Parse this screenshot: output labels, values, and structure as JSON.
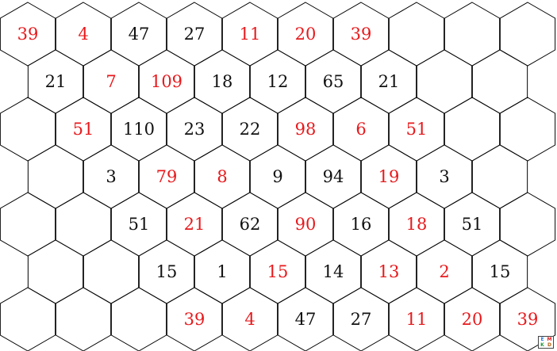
{
  "colors": {
    "red": "#e8191c",
    "black": "#111111",
    "grid_line": "#000000",
    "background": "#ffffff"
  },
  "board": {
    "rows": [
      {
        "cells": [
          {
            "value": "39",
            "color": "red"
          },
          {
            "value": "4",
            "color": "red"
          },
          {
            "value": "47",
            "color": "black"
          },
          {
            "value": "27",
            "color": "black"
          },
          {
            "value": "11",
            "color": "red"
          },
          {
            "value": "20",
            "color": "red"
          },
          {
            "value": "39",
            "color": "red"
          },
          {
            "value": "",
            "color": "black"
          },
          {
            "value": "",
            "color": "black"
          },
          {
            "value": "",
            "color": "black"
          }
        ]
      },
      {
        "cells": [
          {
            "value": "21",
            "color": "black"
          },
          {
            "value": "7",
            "color": "red"
          },
          {
            "value": "109",
            "color": "red"
          },
          {
            "value": "18",
            "color": "black"
          },
          {
            "value": "12",
            "color": "black"
          },
          {
            "value": "65",
            "color": "black"
          },
          {
            "value": "21",
            "color": "black"
          },
          {
            "value": "",
            "color": "black"
          },
          {
            "value": "",
            "color": "black"
          }
        ]
      },
      {
        "cells": [
          {
            "value": "",
            "color": "black"
          },
          {
            "value": "51",
            "color": "red"
          },
          {
            "value": "110",
            "color": "black"
          },
          {
            "value": "23",
            "color": "black"
          },
          {
            "value": "22",
            "color": "black"
          },
          {
            "value": "98",
            "color": "red"
          },
          {
            "value": "6",
            "color": "red"
          },
          {
            "value": "51",
            "color": "red"
          },
          {
            "value": "",
            "color": "black"
          },
          {
            "value": "",
            "color": "black"
          }
        ]
      },
      {
        "cells": [
          {
            "value": "",
            "color": "black"
          },
          {
            "value": "3",
            "color": "black"
          },
          {
            "value": "79",
            "color": "red"
          },
          {
            "value": "8",
            "color": "red"
          },
          {
            "value": "9",
            "color": "black"
          },
          {
            "value": "94",
            "color": "black"
          },
          {
            "value": "19",
            "color": "red"
          },
          {
            "value": "3",
            "color": "black"
          },
          {
            "value": "",
            "color": "black"
          }
        ]
      },
      {
        "cells": [
          {
            "value": "",
            "color": "black"
          },
          {
            "value": "",
            "color": "black"
          },
          {
            "value": "51",
            "color": "black"
          },
          {
            "value": "21",
            "color": "red"
          },
          {
            "value": "62",
            "color": "black"
          },
          {
            "value": "90",
            "color": "red"
          },
          {
            "value": "16",
            "color": "black"
          },
          {
            "value": "18",
            "color": "red"
          },
          {
            "value": "51",
            "color": "black"
          },
          {
            "value": "",
            "color": "black"
          }
        ]
      },
      {
        "cells": [
          {
            "value": "",
            "color": "black"
          },
          {
            "value": "",
            "color": "black"
          },
          {
            "value": "15",
            "color": "black"
          },
          {
            "value": "1",
            "color": "black"
          },
          {
            "value": "15",
            "color": "red"
          },
          {
            "value": "14",
            "color": "black"
          },
          {
            "value": "13",
            "color": "red"
          },
          {
            "value": "2",
            "color": "red"
          },
          {
            "value": "15",
            "color": "black"
          }
        ]
      },
      {
        "cells": [
          {
            "value": "",
            "color": "black"
          },
          {
            "value": "",
            "color": "black"
          },
          {
            "value": "",
            "color": "black"
          },
          {
            "value": "39",
            "color": "red"
          },
          {
            "value": "4",
            "color": "red"
          },
          {
            "value": "47",
            "color": "black"
          },
          {
            "value": "27",
            "color": "black"
          },
          {
            "value": "11",
            "color": "red"
          },
          {
            "value": "20",
            "color": "red"
          },
          {
            "value": "39",
            "color": "red"
          }
        ]
      }
    ]
  },
  "logo": {
    "icon": "emkd-logo-icon",
    "letters": [
      "E",
      "M",
      "K",
      "D"
    ]
  }
}
